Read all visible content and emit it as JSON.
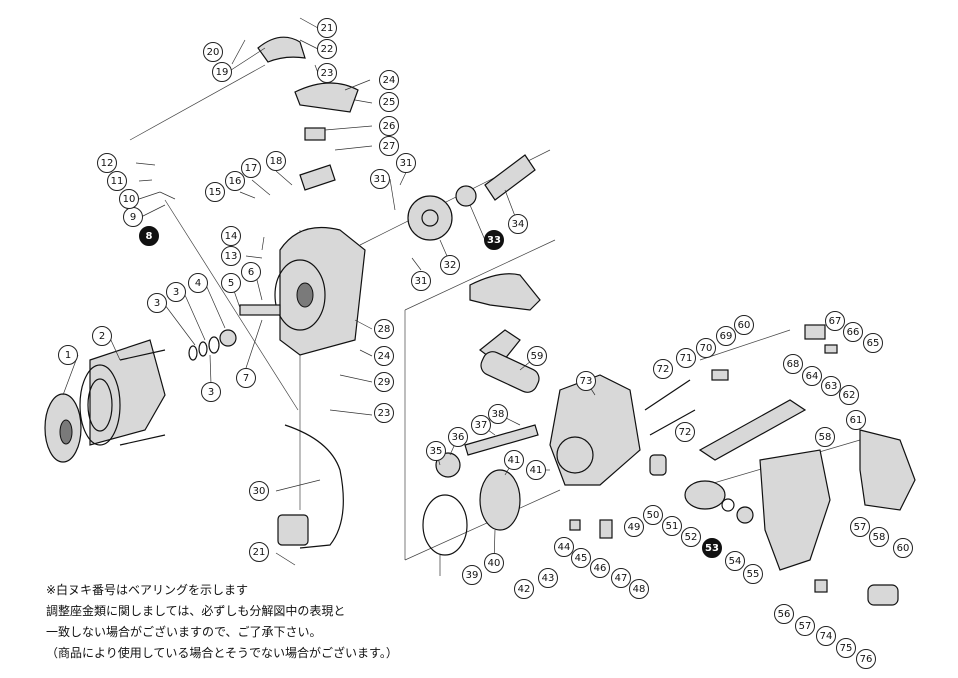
{
  "labels": [
    {
      "n": "1",
      "bearing": false
    },
    {
      "n": "2",
      "bearing": false
    },
    {
      "n": "3",
      "bearing": false
    },
    {
      "n": "3",
      "bearing": false
    },
    {
      "n": "3",
      "bearing": false
    },
    {
      "n": "4",
      "bearing": false
    },
    {
      "n": "5",
      "bearing": false
    },
    {
      "n": "6",
      "bearing": false
    },
    {
      "n": "7",
      "bearing": false
    },
    {
      "n": "8",
      "bearing": true
    },
    {
      "n": "9",
      "bearing": false
    },
    {
      "n": "10",
      "bearing": false
    },
    {
      "n": "11",
      "bearing": false
    },
    {
      "n": "12",
      "bearing": false
    },
    {
      "n": "13",
      "bearing": false
    },
    {
      "n": "14",
      "bearing": false
    },
    {
      "n": "15",
      "bearing": false
    },
    {
      "n": "16",
      "bearing": false
    },
    {
      "n": "17",
      "bearing": false
    },
    {
      "n": "18",
      "bearing": false
    },
    {
      "n": "19",
      "bearing": false
    },
    {
      "n": "20",
      "bearing": false
    },
    {
      "n": "21",
      "bearing": false
    },
    {
      "n": "21",
      "bearing": false
    },
    {
      "n": "22",
      "bearing": false
    },
    {
      "n": "23",
      "bearing": false
    },
    {
      "n": "23",
      "bearing": false
    },
    {
      "n": "24",
      "bearing": false
    },
    {
      "n": "24",
      "bearing": false
    },
    {
      "n": "25",
      "bearing": false
    },
    {
      "n": "26",
      "bearing": false
    },
    {
      "n": "27",
      "bearing": false
    },
    {
      "n": "28",
      "bearing": false
    },
    {
      "n": "29",
      "bearing": false
    },
    {
      "n": "30",
      "bearing": false
    },
    {
      "n": "31",
      "bearing": false
    },
    {
      "n": "31",
      "bearing": false
    },
    {
      "n": "31",
      "bearing": false
    },
    {
      "n": "32",
      "bearing": false
    },
    {
      "n": "33",
      "bearing": true
    },
    {
      "n": "34",
      "bearing": false
    },
    {
      "n": "35",
      "bearing": false
    },
    {
      "n": "36",
      "bearing": false
    },
    {
      "n": "37",
      "bearing": false
    },
    {
      "n": "38",
      "bearing": false
    },
    {
      "n": "39",
      "bearing": false
    },
    {
      "n": "40",
      "bearing": false
    },
    {
      "n": "41",
      "bearing": false
    },
    {
      "n": "41",
      "bearing": false
    },
    {
      "n": "42",
      "bearing": false
    },
    {
      "n": "43",
      "bearing": false
    },
    {
      "n": "44",
      "bearing": false
    },
    {
      "n": "45",
      "bearing": false
    },
    {
      "n": "46",
      "bearing": false
    },
    {
      "n": "47",
      "bearing": false
    },
    {
      "n": "48",
      "bearing": false
    },
    {
      "n": "49",
      "bearing": false
    },
    {
      "n": "50",
      "bearing": false
    },
    {
      "n": "51",
      "bearing": false
    },
    {
      "n": "52",
      "bearing": false
    },
    {
      "n": "53",
      "bearing": true
    },
    {
      "n": "54",
      "bearing": false
    },
    {
      "n": "55",
      "bearing": false
    },
    {
      "n": "56",
      "bearing": false
    },
    {
      "n": "57",
      "bearing": false
    },
    {
      "n": "57",
      "bearing": false
    },
    {
      "n": "58",
      "bearing": false
    },
    {
      "n": "58",
      "bearing": false
    },
    {
      "n": "59",
      "bearing": false
    },
    {
      "n": "60",
      "bearing": false
    },
    {
      "n": "60",
      "bearing": false
    },
    {
      "n": "61",
      "bearing": false
    },
    {
      "n": "62",
      "bearing": false
    },
    {
      "n": "63",
      "bearing": false
    },
    {
      "n": "64",
      "bearing": false
    },
    {
      "n": "65",
      "bearing": false
    },
    {
      "n": "66",
      "bearing": false
    },
    {
      "n": "67",
      "bearing": false
    },
    {
      "n": "68",
      "bearing": false
    },
    {
      "n": "69",
      "bearing": false
    },
    {
      "n": "70",
      "bearing": false
    },
    {
      "n": "71",
      "bearing": false
    },
    {
      "n": "72",
      "bearing": false
    },
    {
      "n": "72",
      "bearing": false
    },
    {
      "n": "73",
      "bearing": false
    },
    {
      "n": "74",
      "bearing": false
    },
    {
      "n": "75",
      "bearing": false
    },
    {
      "n": "76",
      "bearing": false
    }
  ],
  "notes": {
    "line1": "※白ヌキ番号はベアリングを示します",
    "line2": "調整座金類に関しましては、必ずしも分解図中の表現と",
    "line3": "一致しない場合がございますので、ご了承下さい。",
    "line4": "（商品により使用している場合とそうでない場合がございます。）"
  }
}
